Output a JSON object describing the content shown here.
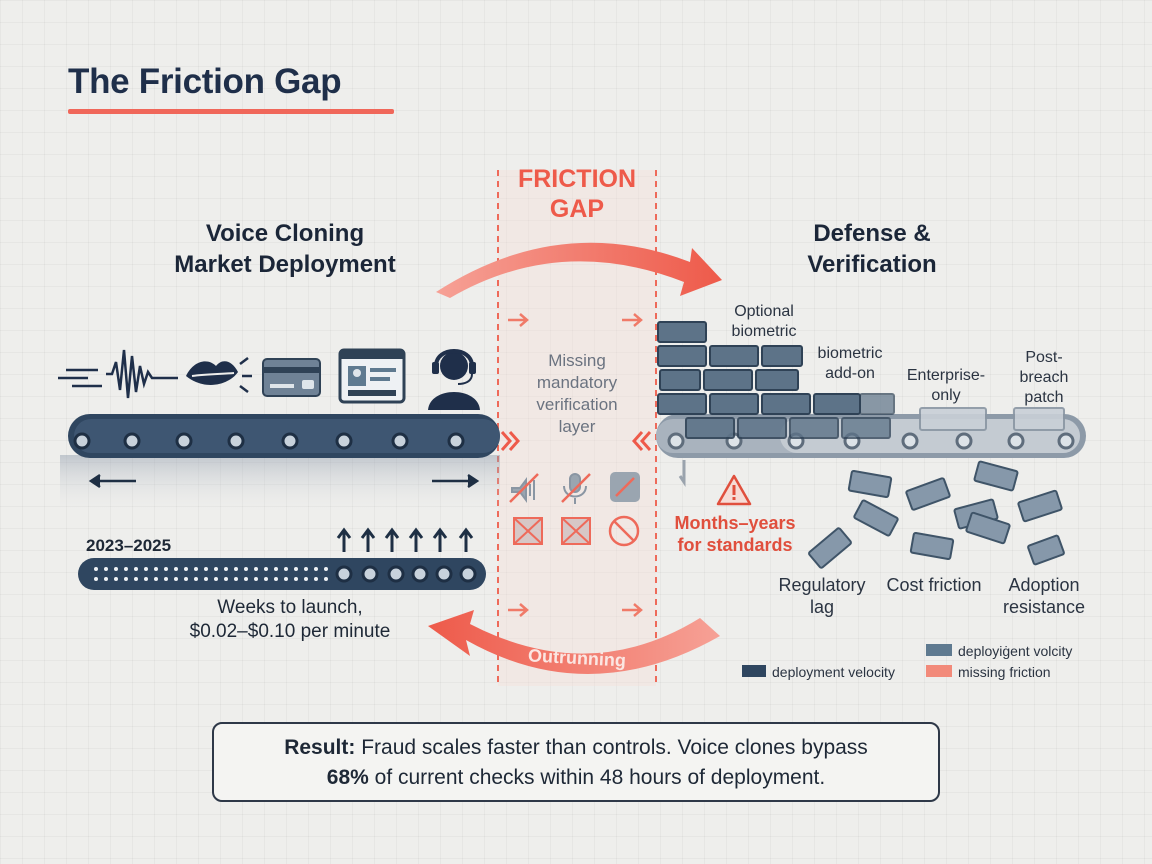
{
  "title": "The Friction Gap",
  "left_heading": [
    "Voice Cloning",
    "Market Deployment"
  ],
  "right_heading": [
    "Defense &",
    "Verification"
  ],
  "gap_label": [
    "FRICTION",
    "GAP"
  ],
  "missing_layer": [
    "Missing",
    "mandatory",
    "verification",
    "layer"
  ],
  "timeline": {
    "years": "2023–2025",
    "caption_line1": "Weeks to launch,",
    "caption_line2": "$0.02–$0.10 per minute"
  },
  "outrunning_label": "Outrunning",
  "defense_labels": {
    "optional": [
      "Optional",
      "biometric"
    ],
    "addon": [
      "biometric",
      "add-on"
    ],
    "enterprise": [
      "Enterprise-",
      "only"
    ],
    "postbreach": [
      "Post-",
      "breach",
      "patch"
    ]
  },
  "warning": [
    "Months–years",
    "for standards"
  ],
  "frictions": {
    "regulatory": [
      "Regulatory",
      "lag"
    ],
    "cost": "Cost friction",
    "adoption": [
      "Adoption",
      "resistance"
    ]
  },
  "legend": [
    {
      "label": "deployiġent volcity",
      "color": "#5f7a90"
    },
    {
      "label": "deployment velocity",
      "color": "#2f4660"
    },
    {
      "label": "missing friction",
      "color": "#f28a7a"
    }
  ],
  "result": {
    "bold": "Result:",
    "line1": " Fraud scales faster than controls. Voice clones bypass",
    "pct": "68%",
    "line2": " of current checks within 48 hours of deployment."
  },
  "icons": [
    "sound-wave-icon",
    "lips-icon",
    "credit-card-icon",
    "web-profile-icon",
    "headset-agent-icon",
    "muted-voice-icon",
    "muted-mic-icon",
    "voice-shield-icon",
    "crossed-box-icon",
    "prohibited-icon",
    "warning-icon"
  ],
  "colors": {
    "accent": "#f0675a",
    "navy": "#2f4660",
    "slate": "#5f7a90"
  }
}
